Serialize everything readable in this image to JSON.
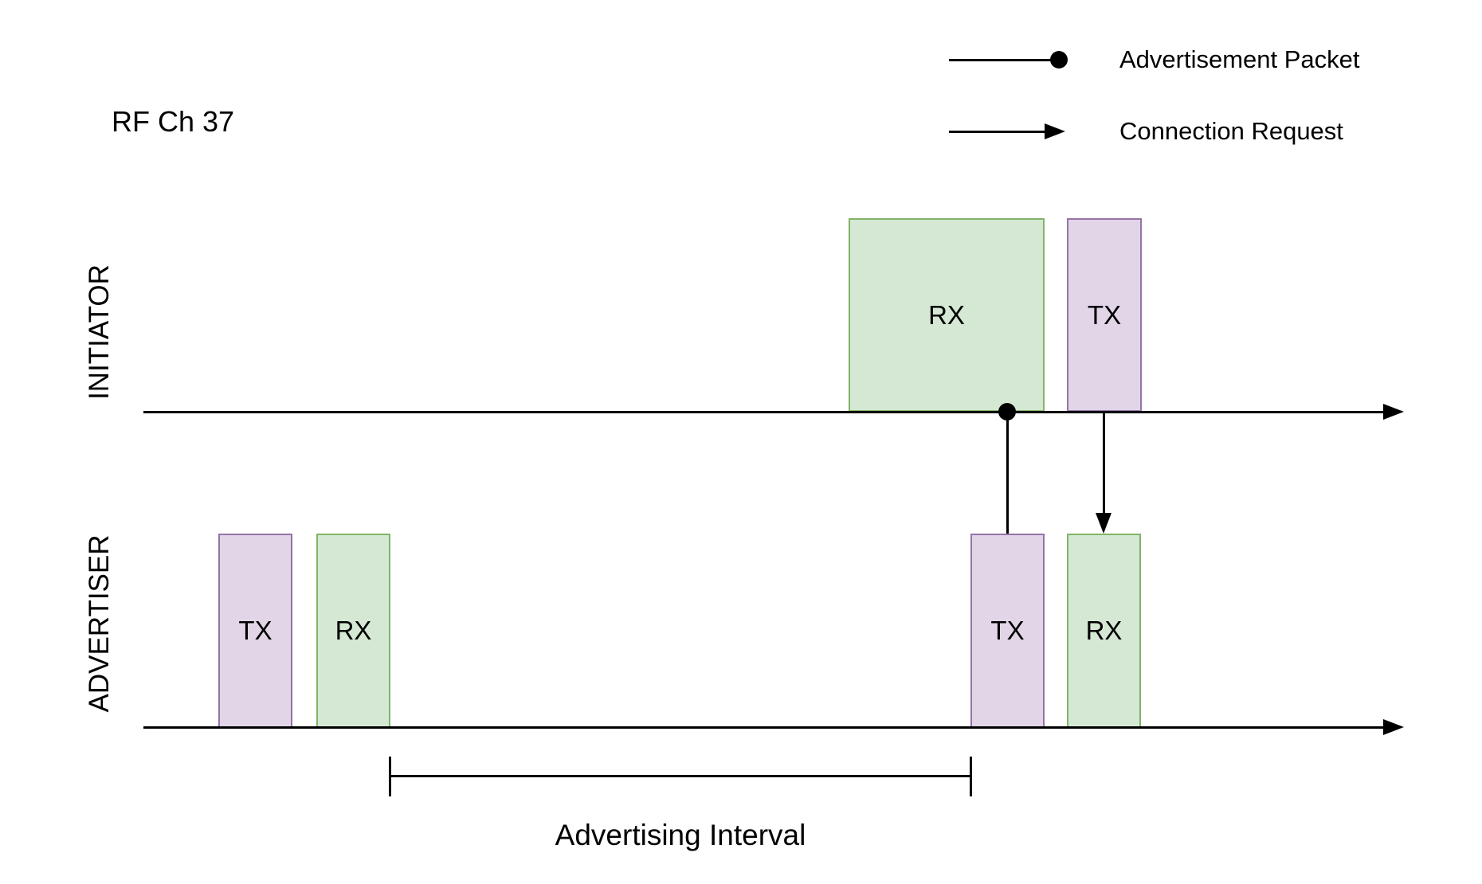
{
  "diagram": {
    "channel_label": "RF Ch 37",
    "legend": {
      "advertisement_packet_label": "Advertisement Packet",
      "connection_request_label": "Connection Request"
    },
    "lanes": {
      "initiator": {
        "label": "INITIATOR",
        "boxes": [
          {
            "label": "RX",
            "type": "rx"
          },
          {
            "label": "TX",
            "type": "tx"
          }
        ]
      },
      "advertiser": {
        "label": "ADVERTISER",
        "boxes": [
          {
            "label": "TX",
            "type": "tx"
          },
          {
            "label": "RX",
            "type": "rx"
          },
          {
            "label": "TX",
            "type": "tx"
          },
          {
            "label": "RX",
            "type": "rx"
          }
        ]
      }
    },
    "interval_label": "Advertising Interval",
    "colors": {
      "rx_fill": "#d5e8d4",
      "rx_border": "#82b366",
      "tx_fill": "#e1d5e7",
      "tx_border": "#9673a6",
      "line": "#000000",
      "background": "#ffffff"
    }
  }
}
